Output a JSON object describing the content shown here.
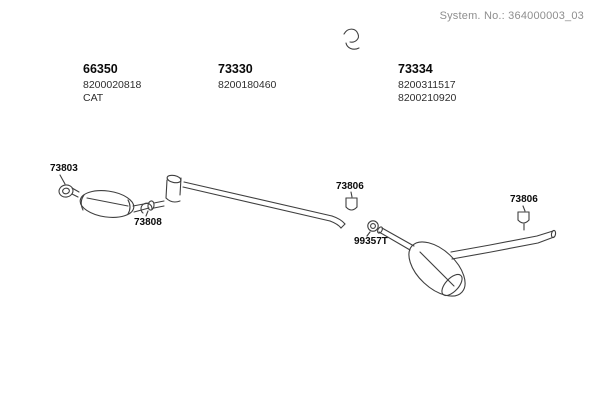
{
  "header": {
    "system_no": "System. No.: 364000003_03"
  },
  "art": {
    "stroke_color": "#3f3f3f"
  },
  "groups": [
    {
      "id": "66350",
      "line1": "8200020818",
      "line2": "CAT"
    },
    {
      "id": "73330",
      "line1": "8200180460",
      "line2": ""
    },
    {
      "id": "73334",
      "line1": "8200311517",
      "line2": "8200210920"
    }
  ],
  "callouts": [
    {
      "label": "73803"
    },
    {
      "label": "73808"
    },
    {
      "label": "73806"
    },
    {
      "label": "99357T"
    },
    {
      "label": "73806"
    }
  ]
}
